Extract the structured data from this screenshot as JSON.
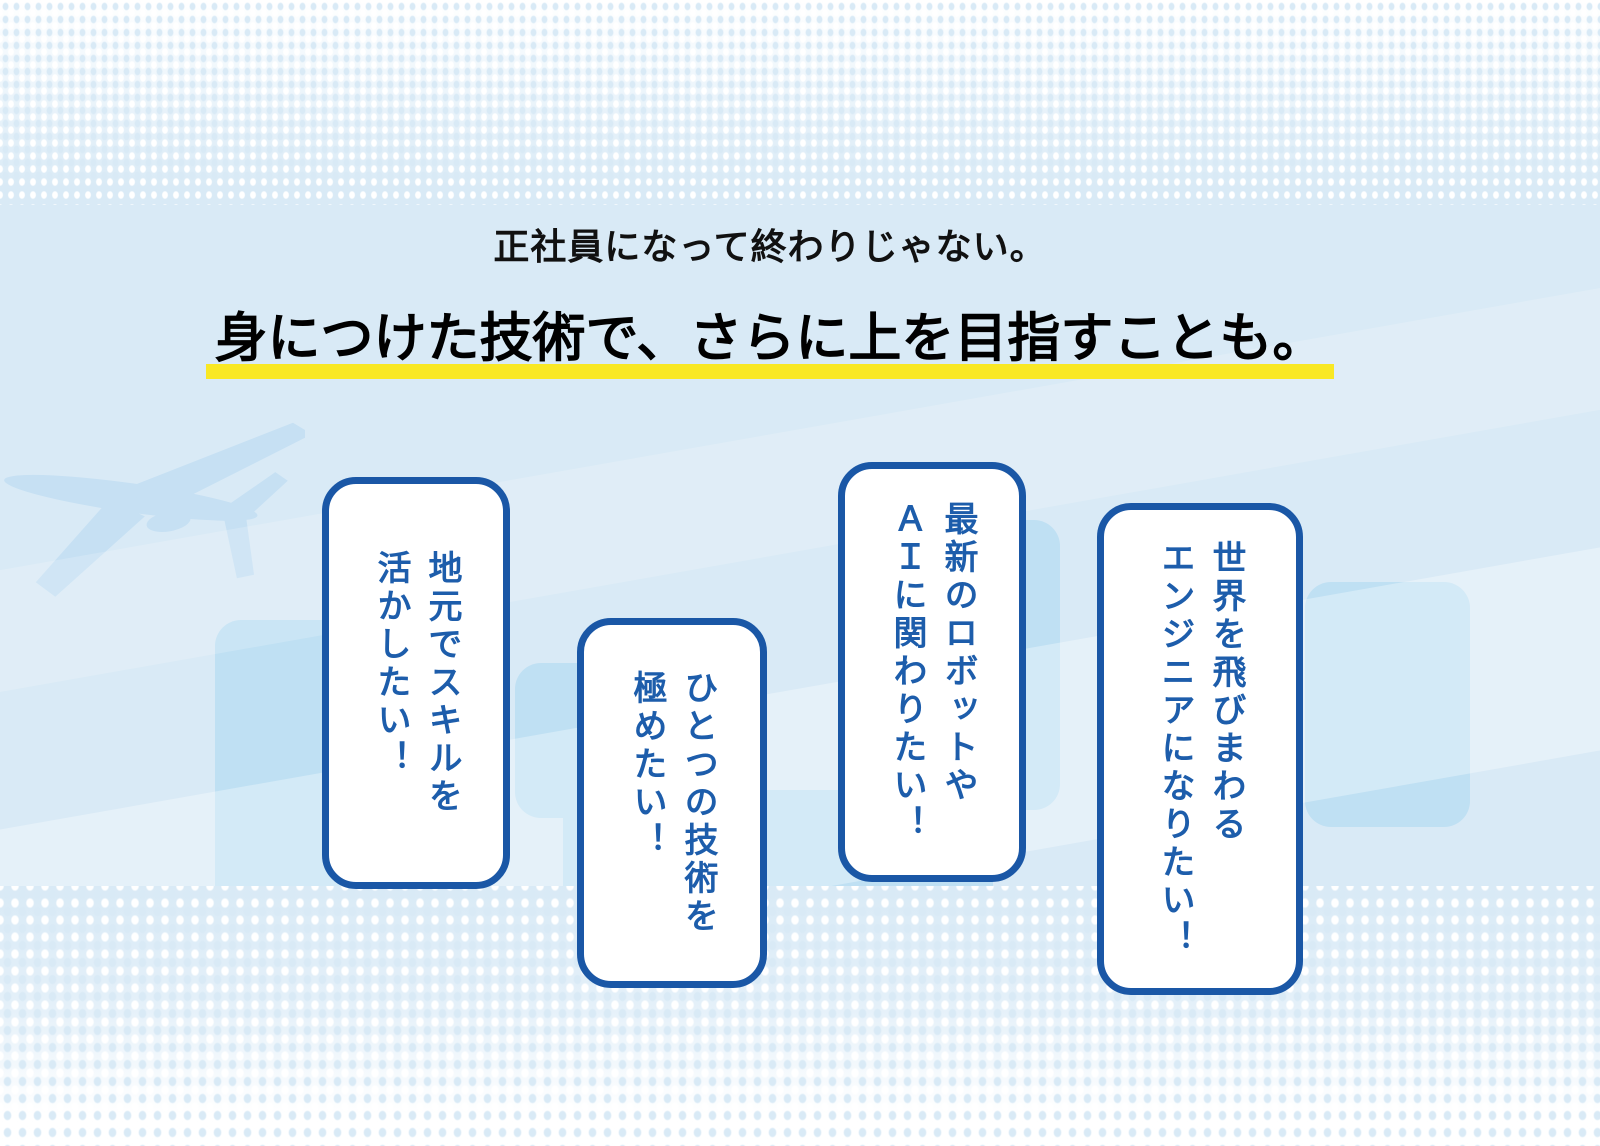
{
  "colors": {
    "bg-blue": "#d9eaf6",
    "rect-blue": "#bfe0f3",
    "plane-blue": "#c6e0f3",
    "accent-blue": "#1a57a6",
    "text-blue": "#1d5dab",
    "highlight-yellow": "#f9e824",
    "heading-black": "#111111"
  },
  "header": {
    "subtitle": "正社員になって終わりじゃない。",
    "title": "身につけた技術で、さらに上を目指すことも。"
  },
  "cards": [
    {
      "id": "local-skills",
      "line1": "地元でスキルを",
      "line2": "活かしたい！"
    },
    {
      "id": "master-one-skill",
      "line1": "ひとつの技術を",
      "line2": "極めたい！"
    },
    {
      "id": "robots-ai",
      "line1": "最新のロボットや",
      "line2": "ＡＩに関わりたい！"
    },
    {
      "id": "global-engineer",
      "line1": "世界を飛びまわる",
      "line2": "エンジニアになりたい！"
    }
  ],
  "icons": {
    "airplane": "airplane-silhouette"
  }
}
